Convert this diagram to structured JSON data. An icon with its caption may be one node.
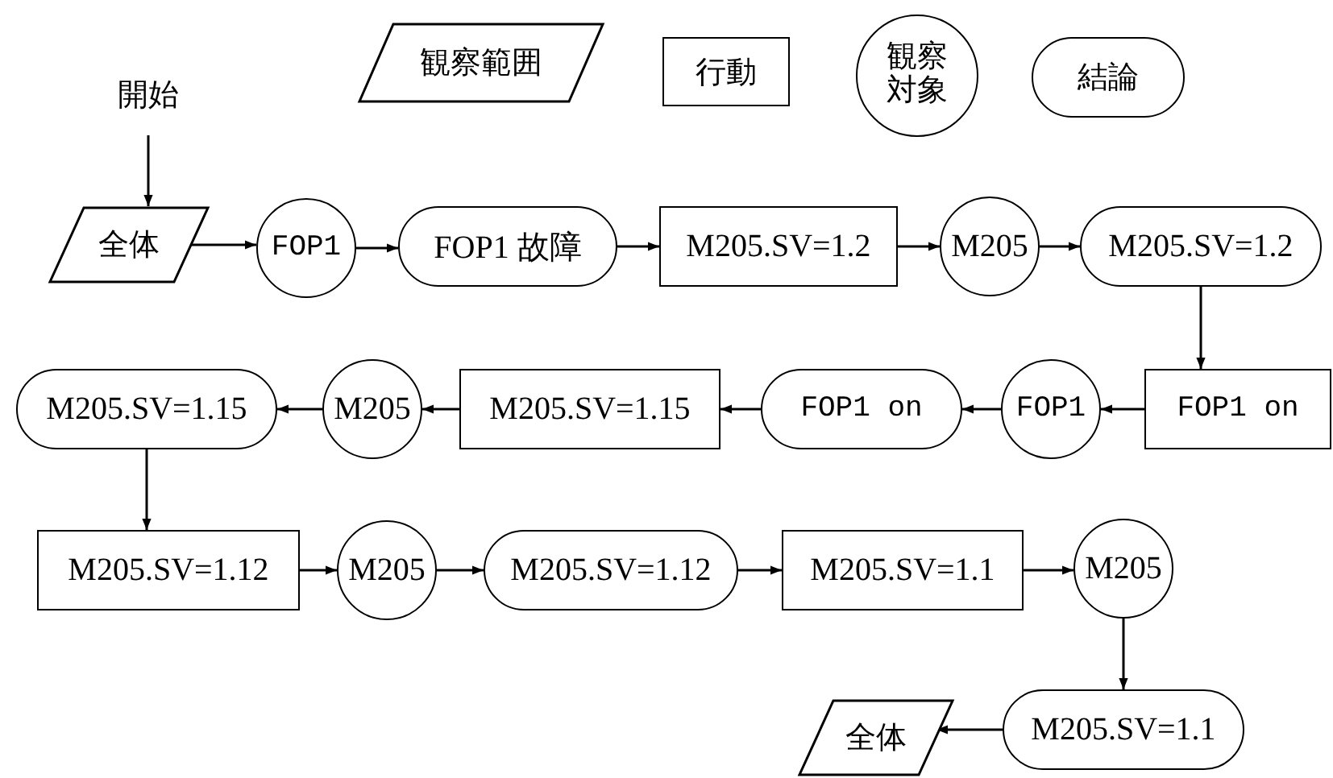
{
  "diagram": {
    "nodes": [
      {
        "text": [
          "開始"
        ]
      },
      {
        "text": [
          "全体"
        ]
      },
      {
        "text": [
          "FOP1"
        ]
      },
      {
        "text": [
          "FOP1 故障"
        ]
      },
      {
        "text": [
          "M205.SV=1.2"
        ]
      },
      {
        "text": [
          "M205"
        ]
      },
      {
        "text": [
          "M205.SV=1.2"
        ]
      },
      {
        "text": [
          "FOP1 on"
        ]
      },
      {
        "text": [
          "FOP1"
        ]
      },
      {
        "text": [
          "FOP1 on"
        ]
      },
      {
        "text": [
          "M205.SV=1.15"
        ]
      },
      {
        "text": [
          "M205"
        ]
      },
      {
        "text": [
          "M205.SV=1.15"
        ]
      },
      {
        "text": [
          "M205.SV=1.12"
        ]
      },
      {
        "text": [
          "M205"
        ]
      },
      {
        "text": [
          "M205.SV=1.12"
        ]
      },
      {
        "text": [
          "M205.SV=1.1"
        ]
      },
      {
        "text": [
          "M205"
        ]
      },
      {
        "text": [
          "M205.SV=1.1"
        ]
      },
      {
        "text": [
          "全体"
        ]
      }
    ],
    "edges": [
      {
        "from": 0,
        "to": 1,
        "arrow": "to"
      },
      {
        "from": 1,
        "to": 2,
        "arrow": "to"
      },
      {
        "from": 2,
        "to": 3,
        "arrow": "to"
      },
      {
        "from": 3,
        "to": 4,
        "arrow": "to"
      },
      {
        "from": 4,
        "to": 5,
        "arrow": "to"
      },
      {
        "from": 5,
        "to": 6,
        "arrow": "to"
      },
      {
        "from": 6,
        "to": 7,
        "arrow": "to"
      },
      {
        "from": 7,
        "to": 8,
        "arrow": "to"
      },
      {
        "from": 8,
        "to": 9,
        "arrow": "to"
      },
      {
        "from": 9,
        "to": 10,
        "arrow": "to"
      },
      {
        "from": 10,
        "to": 11,
        "arrow": "to"
      },
      {
        "from": 11,
        "to": 12,
        "arrow": "to"
      },
      {
        "from": 12,
        "to": 13,
        "arrow": "to"
      },
      {
        "from": 13,
        "to": 14,
        "arrow": "to"
      },
      {
        "from": 14,
        "to": 15,
        "arrow": "to"
      },
      {
        "from": 15,
        "to": 16,
        "arrow": "to"
      },
      {
        "from": 16,
        "to": 17,
        "arrow": "to"
      },
      {
        "from": 17,
        "to": 18,
        "arrow": "to"
      },
      {
        "from": 18,
        "to": 19,
        "arrow": "to"
      }
    ],
    "legend": [
      {
        "text": "観察範囲"
      },
      {
        "text": "行動"
      },
      {
        "text": "観察対象"
      },
      {
        "text": "結論"
      }
    ]
  }
}
